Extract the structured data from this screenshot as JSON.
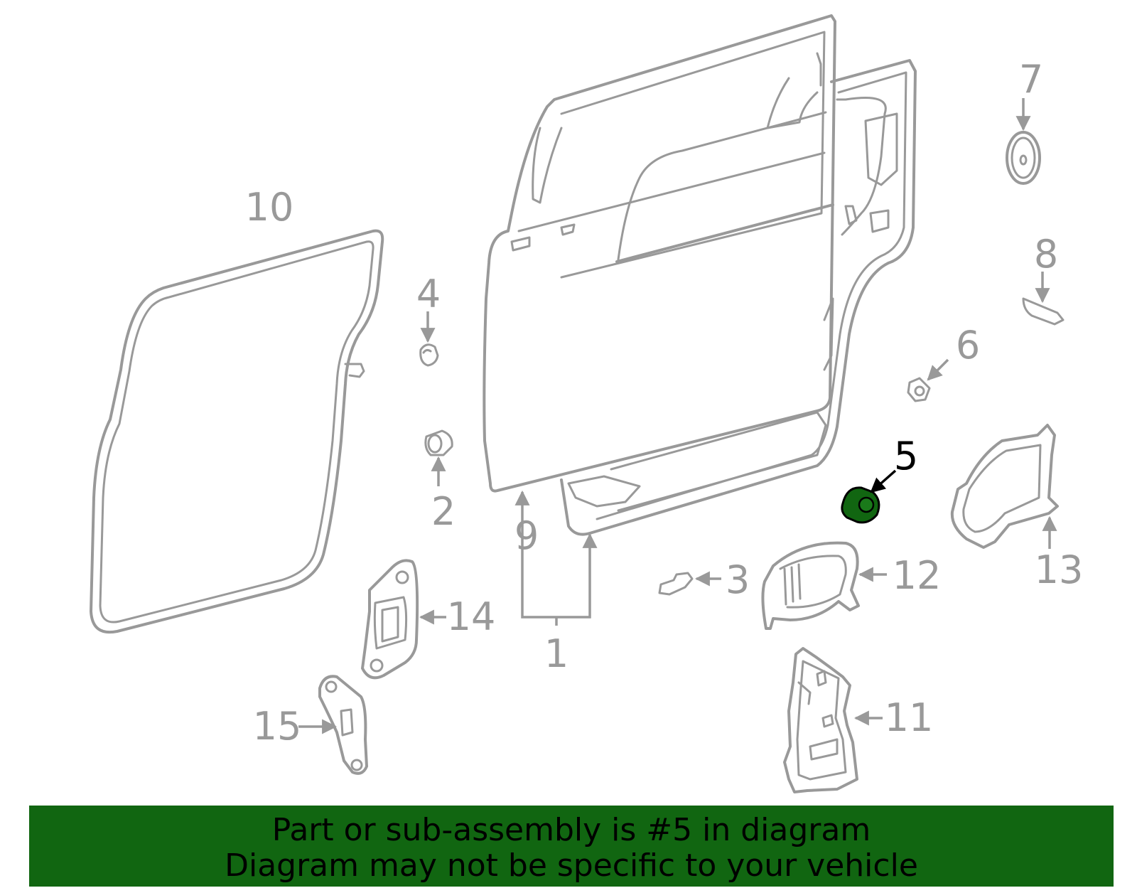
{
  "callouts": {
    "c1": "1",
    "c2": "2",
    "c3": "3",
    "c4": "4",
    "c5": "5",
    "c6": "6",
    "c7": "7",
    "c8": "8",
    "c9": "9",
    "c10": "10",
    "c11": "11",
    "c12": "12",
    "c13": "13",
    "c14": "14",
    "c15": "15"
  },
  "highlight": {
    "part": "5",
    "color": "#116611"
  },
  "banner": {
    "line1": "Part or sub-assembly is #5 in diagram",
    "line2": "Diagram may not be specific to your vehicle",
    "background": "#116611"
  }
}
